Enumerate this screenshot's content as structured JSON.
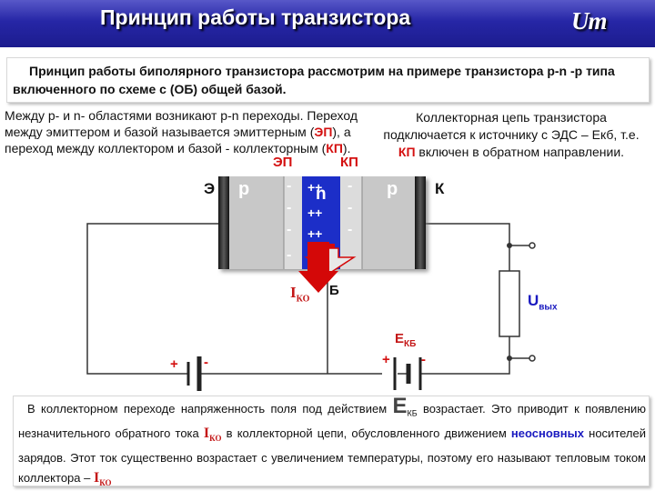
{
  "header": {
    "title": "Принцип работы транзистора",
    "logo": "Um"
  },
  "intro": {
    "text": "Принцип работы биполярного транзистора рассмотрим на примере транзистора p-n -p типа включенного по схеме с (ОБ) общей базой."
  },
  "left_text": {
    "part1": "Между p- и n- областями возникают p-n переходы. Переход между эмиттером и базой называется эмиттерным (",
    "ep": "ЭП",
    "part2": "), а переход между коллектором и базой  - коллекторным (",
    "kp": "КП",
    "part3": ")."
  },
  "right_text": {
    "part1": "Коллекторная цепь транзистора подключается к источнику с ЭДС – ",
    "ekb": "Eкб",
    "part2": ", т.е. ",
    "kp": "КП",
    "part3": " включен в обратном направлении."
  },
  "diagram": {
    "ep_label": "ЭП",
    "kp_label": "КП",
    "emitter_label": "Э",
    "collector_label": "К",
    "base_label": "Б",
    "p_left": "p",
    "n_center": "n",
    "p_right": "p",
    "iko_main": "I",
    "iko_sub": "КО",
    "uvyx_main": "U",
    "uvyx_sub": "вых",
    "ekb_main": "E",
    "ekb_sub": "КБ",
    "plus": "+",
    "minus": "-",
    "plus_plus": "++",
    "colors": {
      "base": "#1f2ec8",
      "region": "#c8c8c8",
      "arrow": "#d40808",
      "wire": "#333333"
    }
  },
  "bottom": {
    "t1": "В коллекторном переходе напряженность поля под действием ",
    "e_big": "E",
    "e_sub": "КБ",
    "t2": " возрастает. Это приводит к появлению незначительного обратного тока ",
    "i_main": "I",
    "i_sub": "КО",
    "t3": " в коллекторной цепи, обусловленного движением ",
    "minority": "неосновных",
    "t4": " носителей зарядов. Этот ток существенно возрастает с увеличением температуры, поэтому его называют тепловым током коллектора – ",
    "i2_main": "I",
    "i2_sub": "КО"
  }
}
